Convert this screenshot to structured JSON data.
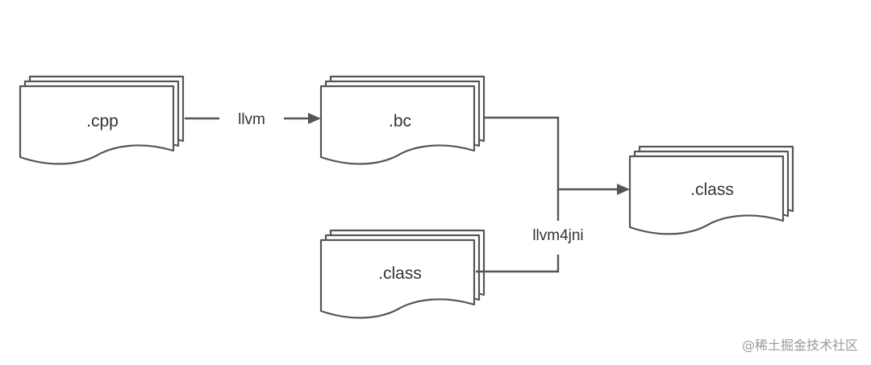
{
  "diagram": {
    "nodes": {
      "cpp": ".cpp",
      "bc": ".bc",
      "class_in": ".class",
      "class_out": ".class"
    },
    "edges": {
      "llvm": "llvm",
      "llvm4jni": "llvm4jni"
    }
  },
  "watermark": "@稀土掘金技术社区",
  "colors": {
    "stroke": "#555555",
    "text": "#333333",
    "watermark": "#9a9a9a"
  }
}
